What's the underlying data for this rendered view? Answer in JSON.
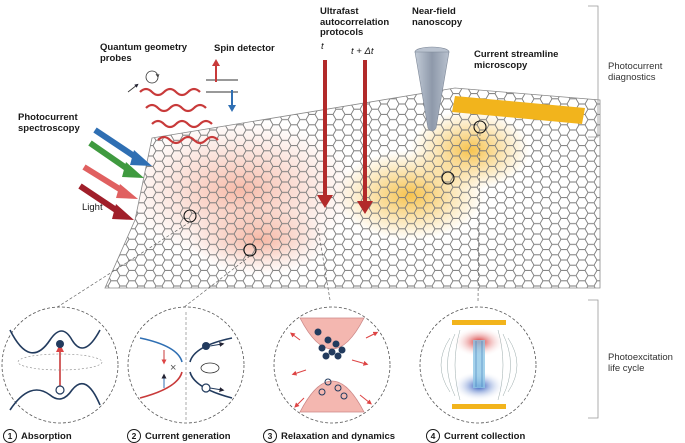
{
  "labels": {
    "quantum_geometry": [
      "Quantum geometry",
      "probes"
    ],
    "spin_detector": "Spin detector",
    "ultrafast": [
      "Ultrafast",
      "autocorrelation",
      "protocols"
    ],
    "t": "t",
    "t_dt": "t + Δt",
    "near_field": [
      "Near-field",
      "nanoscopy"
    ],
    "current_streamline": [
      "Current streamline",
      "microscopy"
    ],
    "photocurrent_spectroscopy": [
      "Photocurrent",
      "spectroscopy"
    ],
    "light": "Light",
    "photocurrent_diagnostics": [
      "Photocurrent",
      "diagnostics"
    ],
    "photoexcitation_life_cycle": [
      "Photoexcitation",
      "life cycle"
    ]
  },
  "steps": [
    {
      "num": "1",
      "label": "Absorption"
    },
    {
      "num": "2",
      "label": "Current generation"
    },
    {
      "num": "3",
      "label": "Relaxation and dynamics"
    },
    {
      "num": "4",
      "label": "Current collection"
    }
  ],
  "colors": {
    "red": "#b22a2a",
    "light_red": "#e06060",
    "green": "#3f9a3f",
    "blue": "#2f6fb3",
    "gold": "#f2b41c",
    "pink_glow": "#f4b7a4",
    "amber_glow": "#f5c04a",
    "lattice": "#7a7a7a",
    "tip": "#9aa5b4"
  },
  "icons": [
    "photon-arrow-icon",
    "spin-arrow-icon",
    "probe-tip-icon",
    "electrode-bar-icon",
    "band-structure-icon"
  ]
}
